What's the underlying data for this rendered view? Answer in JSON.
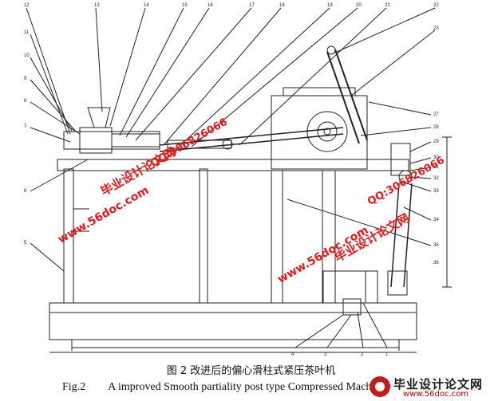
{
  "caption_cn": "图 2  改进后的偏心滑柱式紧压茶叶机",
  "caption_en_label": "Fig.2",
  "caption_en_text": "A improved Smooth partiality post type Compressed Machi",
  "part_numbers": [
    "1",
    "2",
    "3",
    "4",
    "5",
    "6",
    "7",
    "8",
    "9",
    "10",
    "11",
    "12",
    "13",
    "14",
    "15",
    "16",
    "17",
    "18",
    "19",
    "20",
    "21",
    "22",
    "23",
    "27",
    "28",
    "29",
    "30",
    "31",
    "32",
    "33",
    "34",
    "35",
    "36"
  ],
  "watermarks": {
    "site": "www.56doc.com",
    "brand": "毕业设计论文网",
    "qq": "QQ:306826066"
  },
  "logo": {
    "title": "毕业设计论文网",
    "url": "www.56doc.com"
  },
  "colors": {
    "watermark": "#e31a1a",
    "line": "#222222"
  }
}
